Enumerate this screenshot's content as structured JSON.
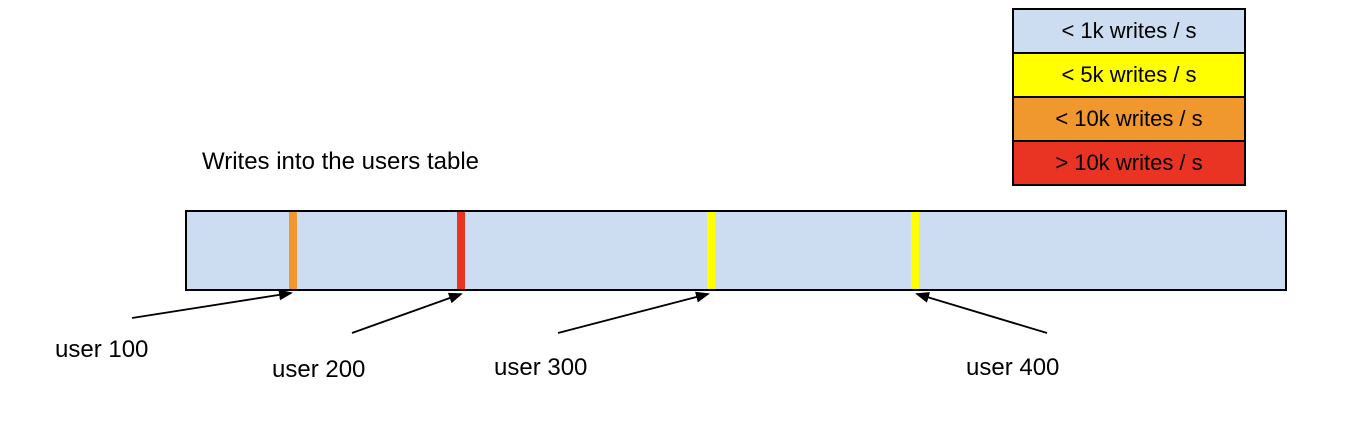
{
  "diagram": {
    "title": "Writes into the users table",
    "bar": {
      "fill": "#cdddf1",
      "border_color": "#000000"
    },
    "markers": [
      {
        "label": "user 100",
        "color": "#f0972d"
      },
      {
        "label": "user 200",
        "color": "#ea3423"
      },
      {
        "label": "user 300",
        "color": "#ffff00"
      },
      {
        "label": "user 400",
        "color": "#ffff00"
      }
    ]
  },
  "legend": {
    "items": [
      {
        "label": "< 1k writes / s",
        "color": "#cdddf1"
      },
      {
        "label": "< 5k writes / s",
        "color": "#ffff00"
      },
      {
        "label": "< 10k writes / s",
        "color": "#f0972d"
      },
      {
        "label": "> 10k writes / s",
        "color": "#ea3423"
      }
    ]
  }
}
